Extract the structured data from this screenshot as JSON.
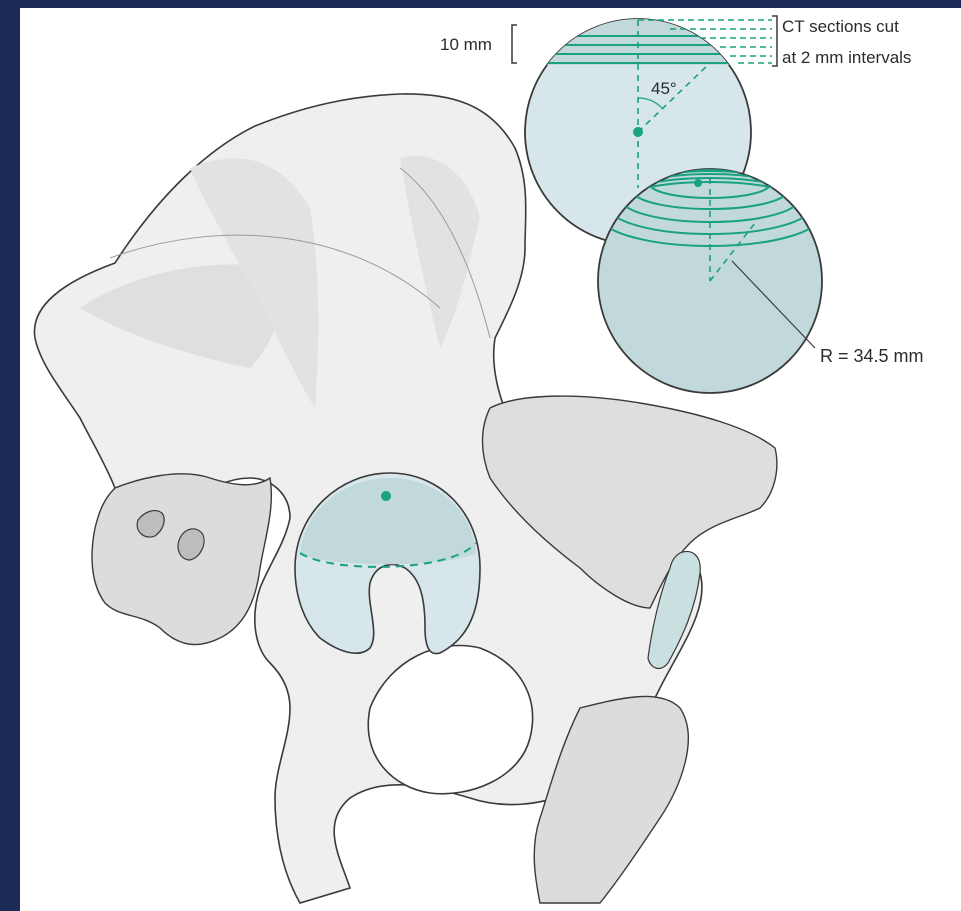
{
  "figure": {
    "labels": {
      "thickness": "10 mm",
      "ct_line1": "CT sections cut",
      "ct_line2": "at 2 mm intervals",
      "angle": "45°",
      "radius": "R = 34.5 mm"
    },
    "colors": {
      "frame": "#1b2b55",
      "bone_fill": "#efefef",
      "bone_shade": "#dcdcdc",
      "sphere_fill": "#d6e6ea",
      "sphere_fill_dark": "#c2d9dc",
      "teal": "#18a27f",
      "outline": "#3a3a3a"
    }
  }
}
